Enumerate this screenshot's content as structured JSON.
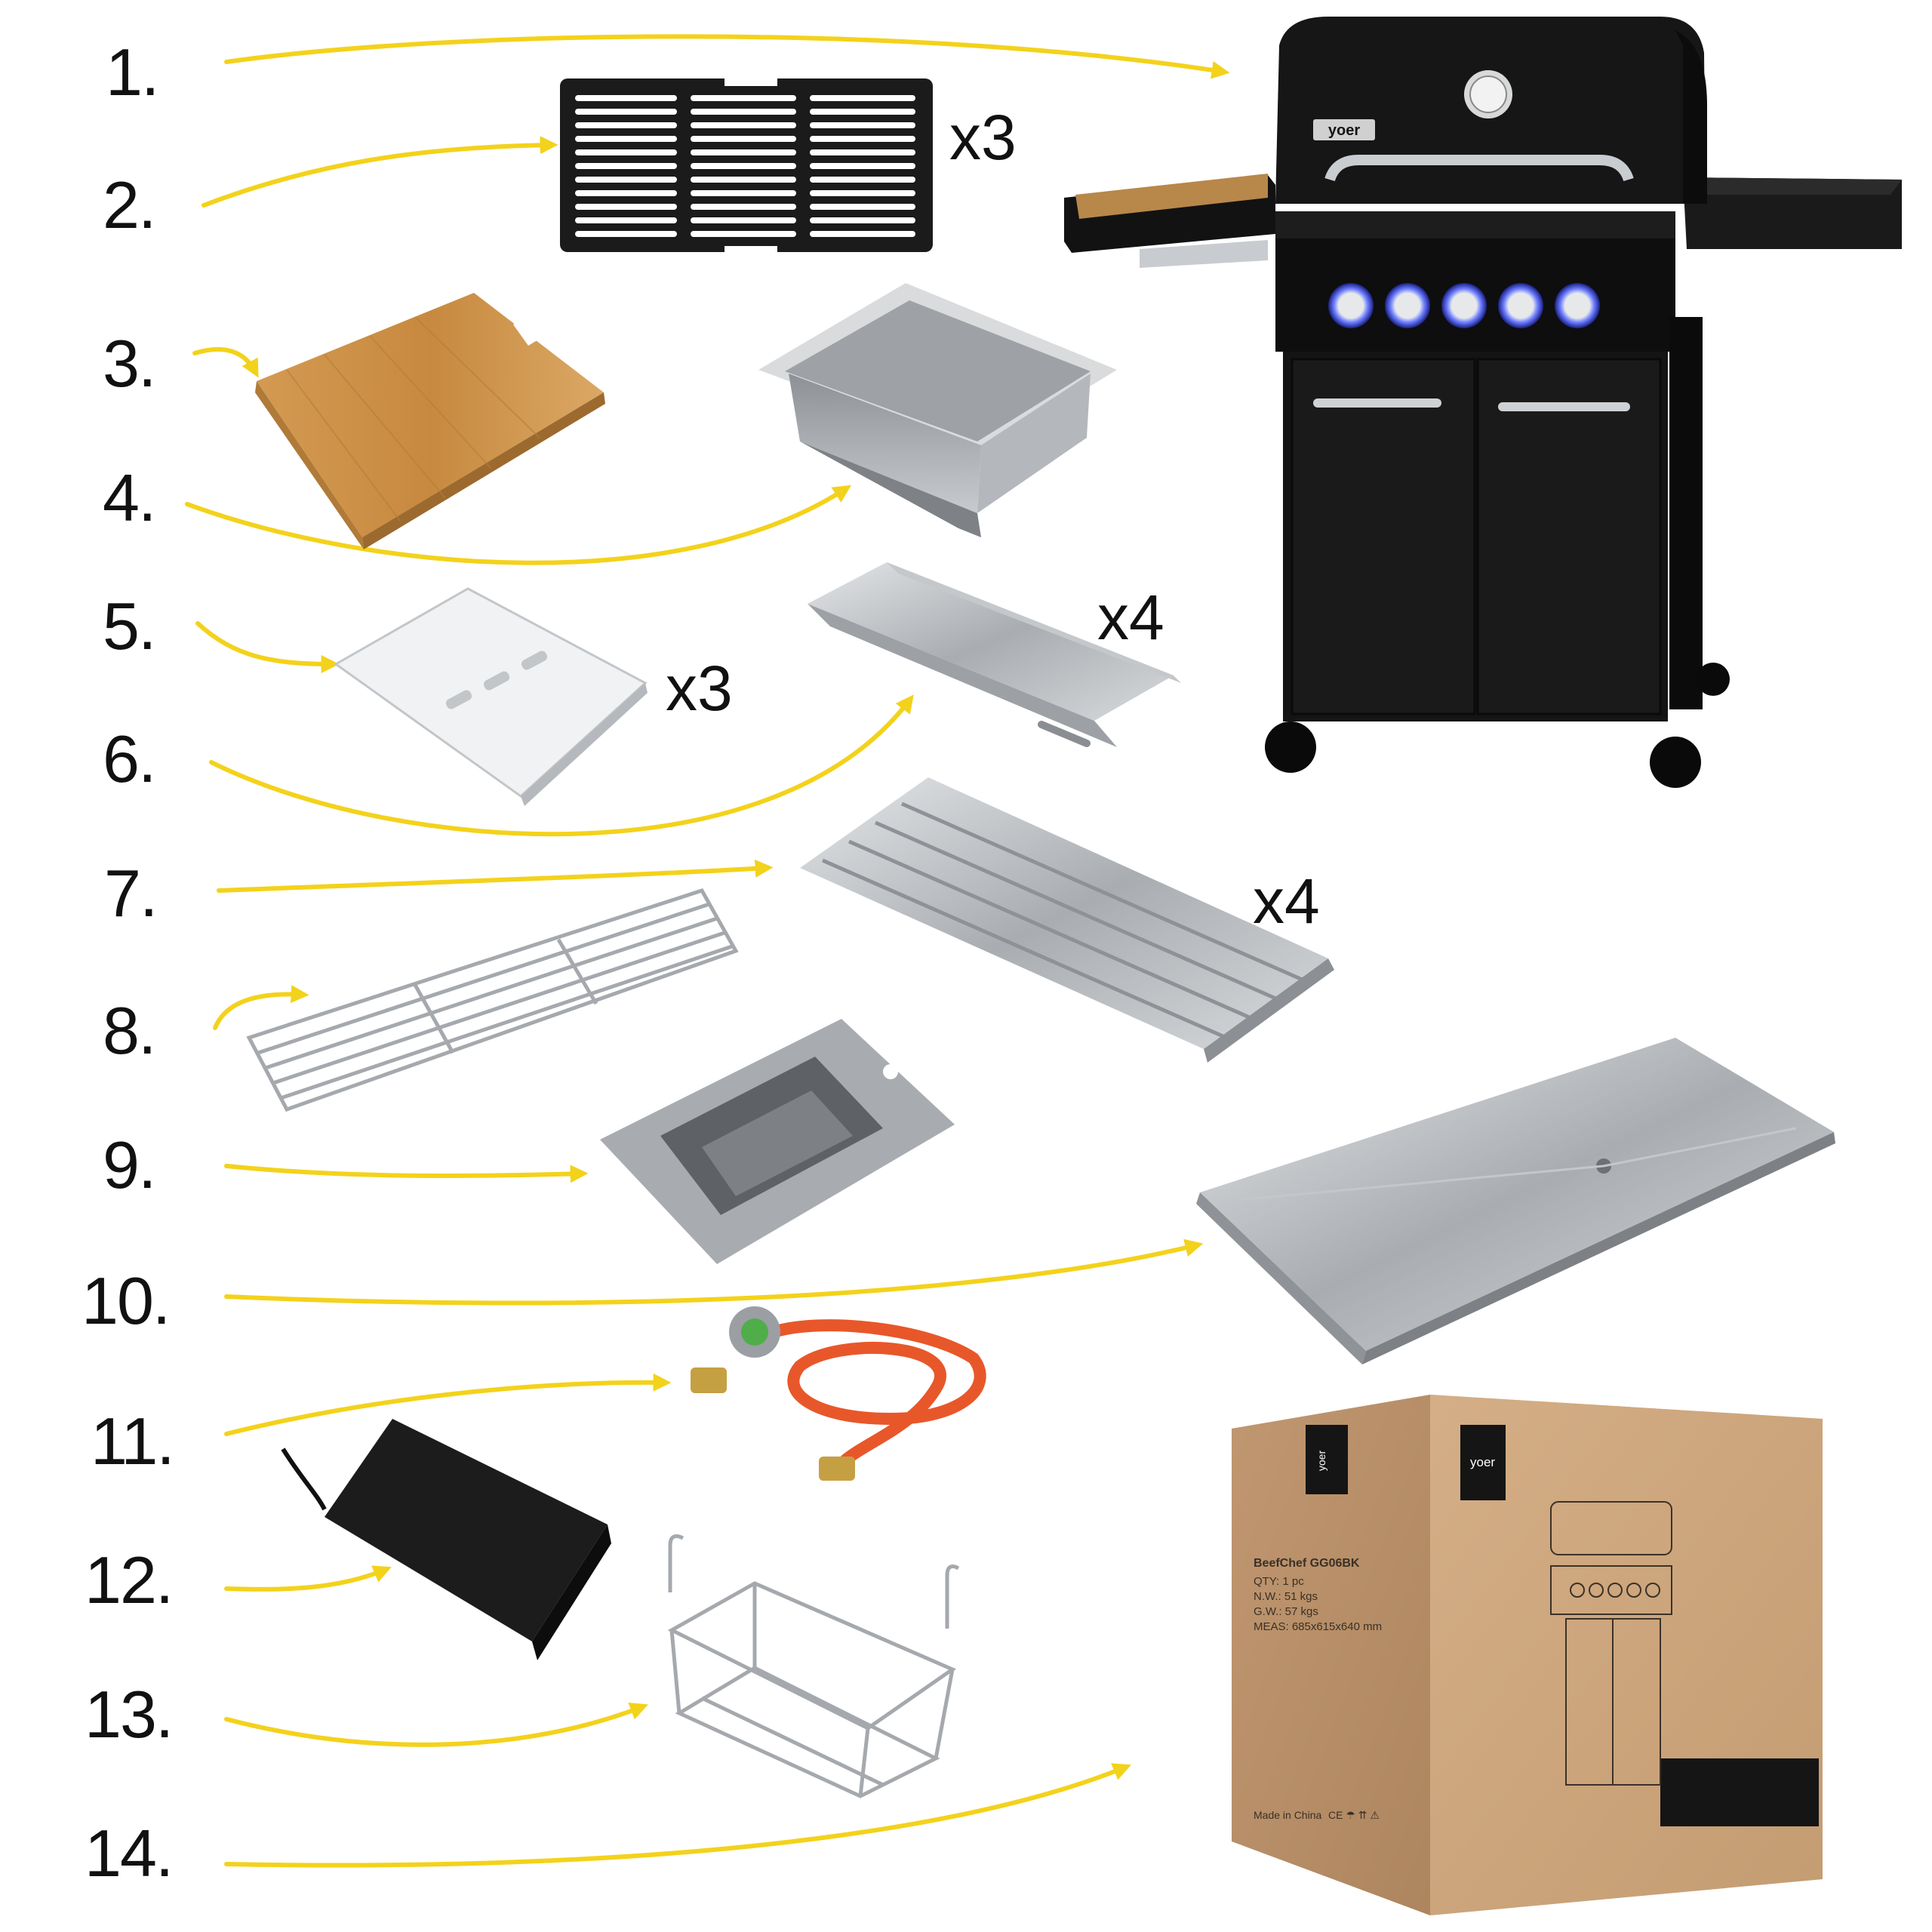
{
  "colors": {
    "arrow": "#f3d21b",
    "grill_body": "#151515",
    "knob_glow": "#3a46ff",
    "bamboo": "#c98f45",
    "steel": "#b9bcbf",
    "cardboard": "#c9a27a",
    "hose": "#e8572a"
  },
  "items": [
    {
      "number": "1.",
      "part": "gas-grill"
    },
    {
      "number": "2.",
      "part": "cast-iron-grate",
      "quantity": "x3"
    },
    {
      "number": "3.",
      "part": "bamboo-cutting-board"
    },
    {
      "number": "4.",
      "part": "steel-container"
    },
    {
      "number": "5.",
      "part": "burner-cover",
      "quantity": "x3"
    },
    {
      "number": "6.",
      "part": "flame-tamer",
      "quantity": "x4"
    },
    {
      "number": "7.",
      "part": "flavorizer-bars",
      "quantity": "x4"
    },
    {
      "number": "8.",
      "part": "warming-rack"
    },
    {
      "number": "9.",
      "part": "grease-cup"
    },
    {
      "number": "10.",
      "part": "drip-tray"
    },
    {
      "number": "11.",
      "part": "gas-regulator-hose"
    },
    {
      "number": "12.",
      "part": "battery-box"
    },
    {
      "number": "13.",
      "part": "wire-basket"
    },
    {
      "number": "14.",
      "part": "shipping-box"
    }
  ],
  "grill_logo": "yoer",
  "box": {
    "logo": "yoer",
    "model": "BeefChef GG06BK",
    "qty": "QTY: 1 pc",
    "nw": "N.W.: 51 kgs",
    "gw": "G.W.: 57 kgs",
    "meas": "MEAS: 685x615x640 mm",
    "origin": "Made in China",
    "marks": "CE ☂ ⇈ ⚠"
  }
}
